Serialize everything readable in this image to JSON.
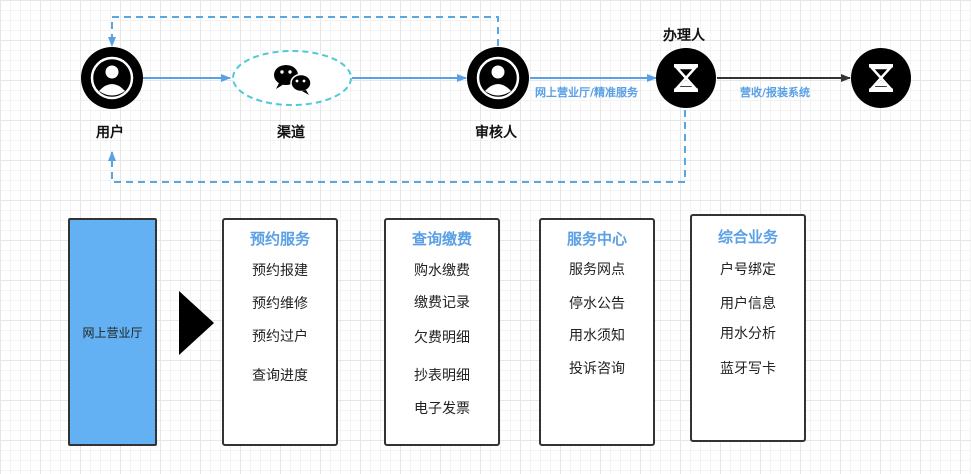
{
  "colors": {
    "accent": "#5aa0e6",
    "dashed": "#5aa6e0",
    "channel_border": "#4ecad8",
    "node_fill": "#000000",
    "portal_fill": "#63b1f2",
    "arrow_dark": "#333333"
  },
  "nodes": {
    "user": {
      "label": "用户",
      "icon": "user-icon"
    },
    "channel": {
      "label": "渠道",
      "icon": "wechat-icon"
    },
    "reviewer": {
      "label": "审核人",
      "icon": "user-icon"
    },
    "handler": {
      "label": "办理人",
      "icon": "hourglass-icon"
    },
    "system": {
      "icon": "hourglass-icon"
    }
  },
  "edges": {
    "reviewer_to_handler": "网上营业厅/精准服务",
    "handler_to_system": "营收/报装系统"
  },
  "portal": {
    "label": "网上营业厅"
  },
  "panels": [
    {
      "title": "预约服务",
      "items": [
        "预约报建",
        "预约维修",
        "预约过户",
        "查询进度"
      ]
    },
    {
      "title": "查询缴费",
      "items": [
        "购水缴费",
        "缴费记录",
        "欠费明细",
        "抄表明细",
        "电子发票"
      ]
    },
    {
      "title": "服务中心",
      "items": [
        "服务网点",
        "停水公告",
        "用水须知",
        "投诉咨询"
      ]
    },
    {
      "title": "综合业务",
      "items": [
        "户号绑定",
        "用户信息",
        "用水分析",
        "蓝牙写卡"
      ]
    }
  ]
}
